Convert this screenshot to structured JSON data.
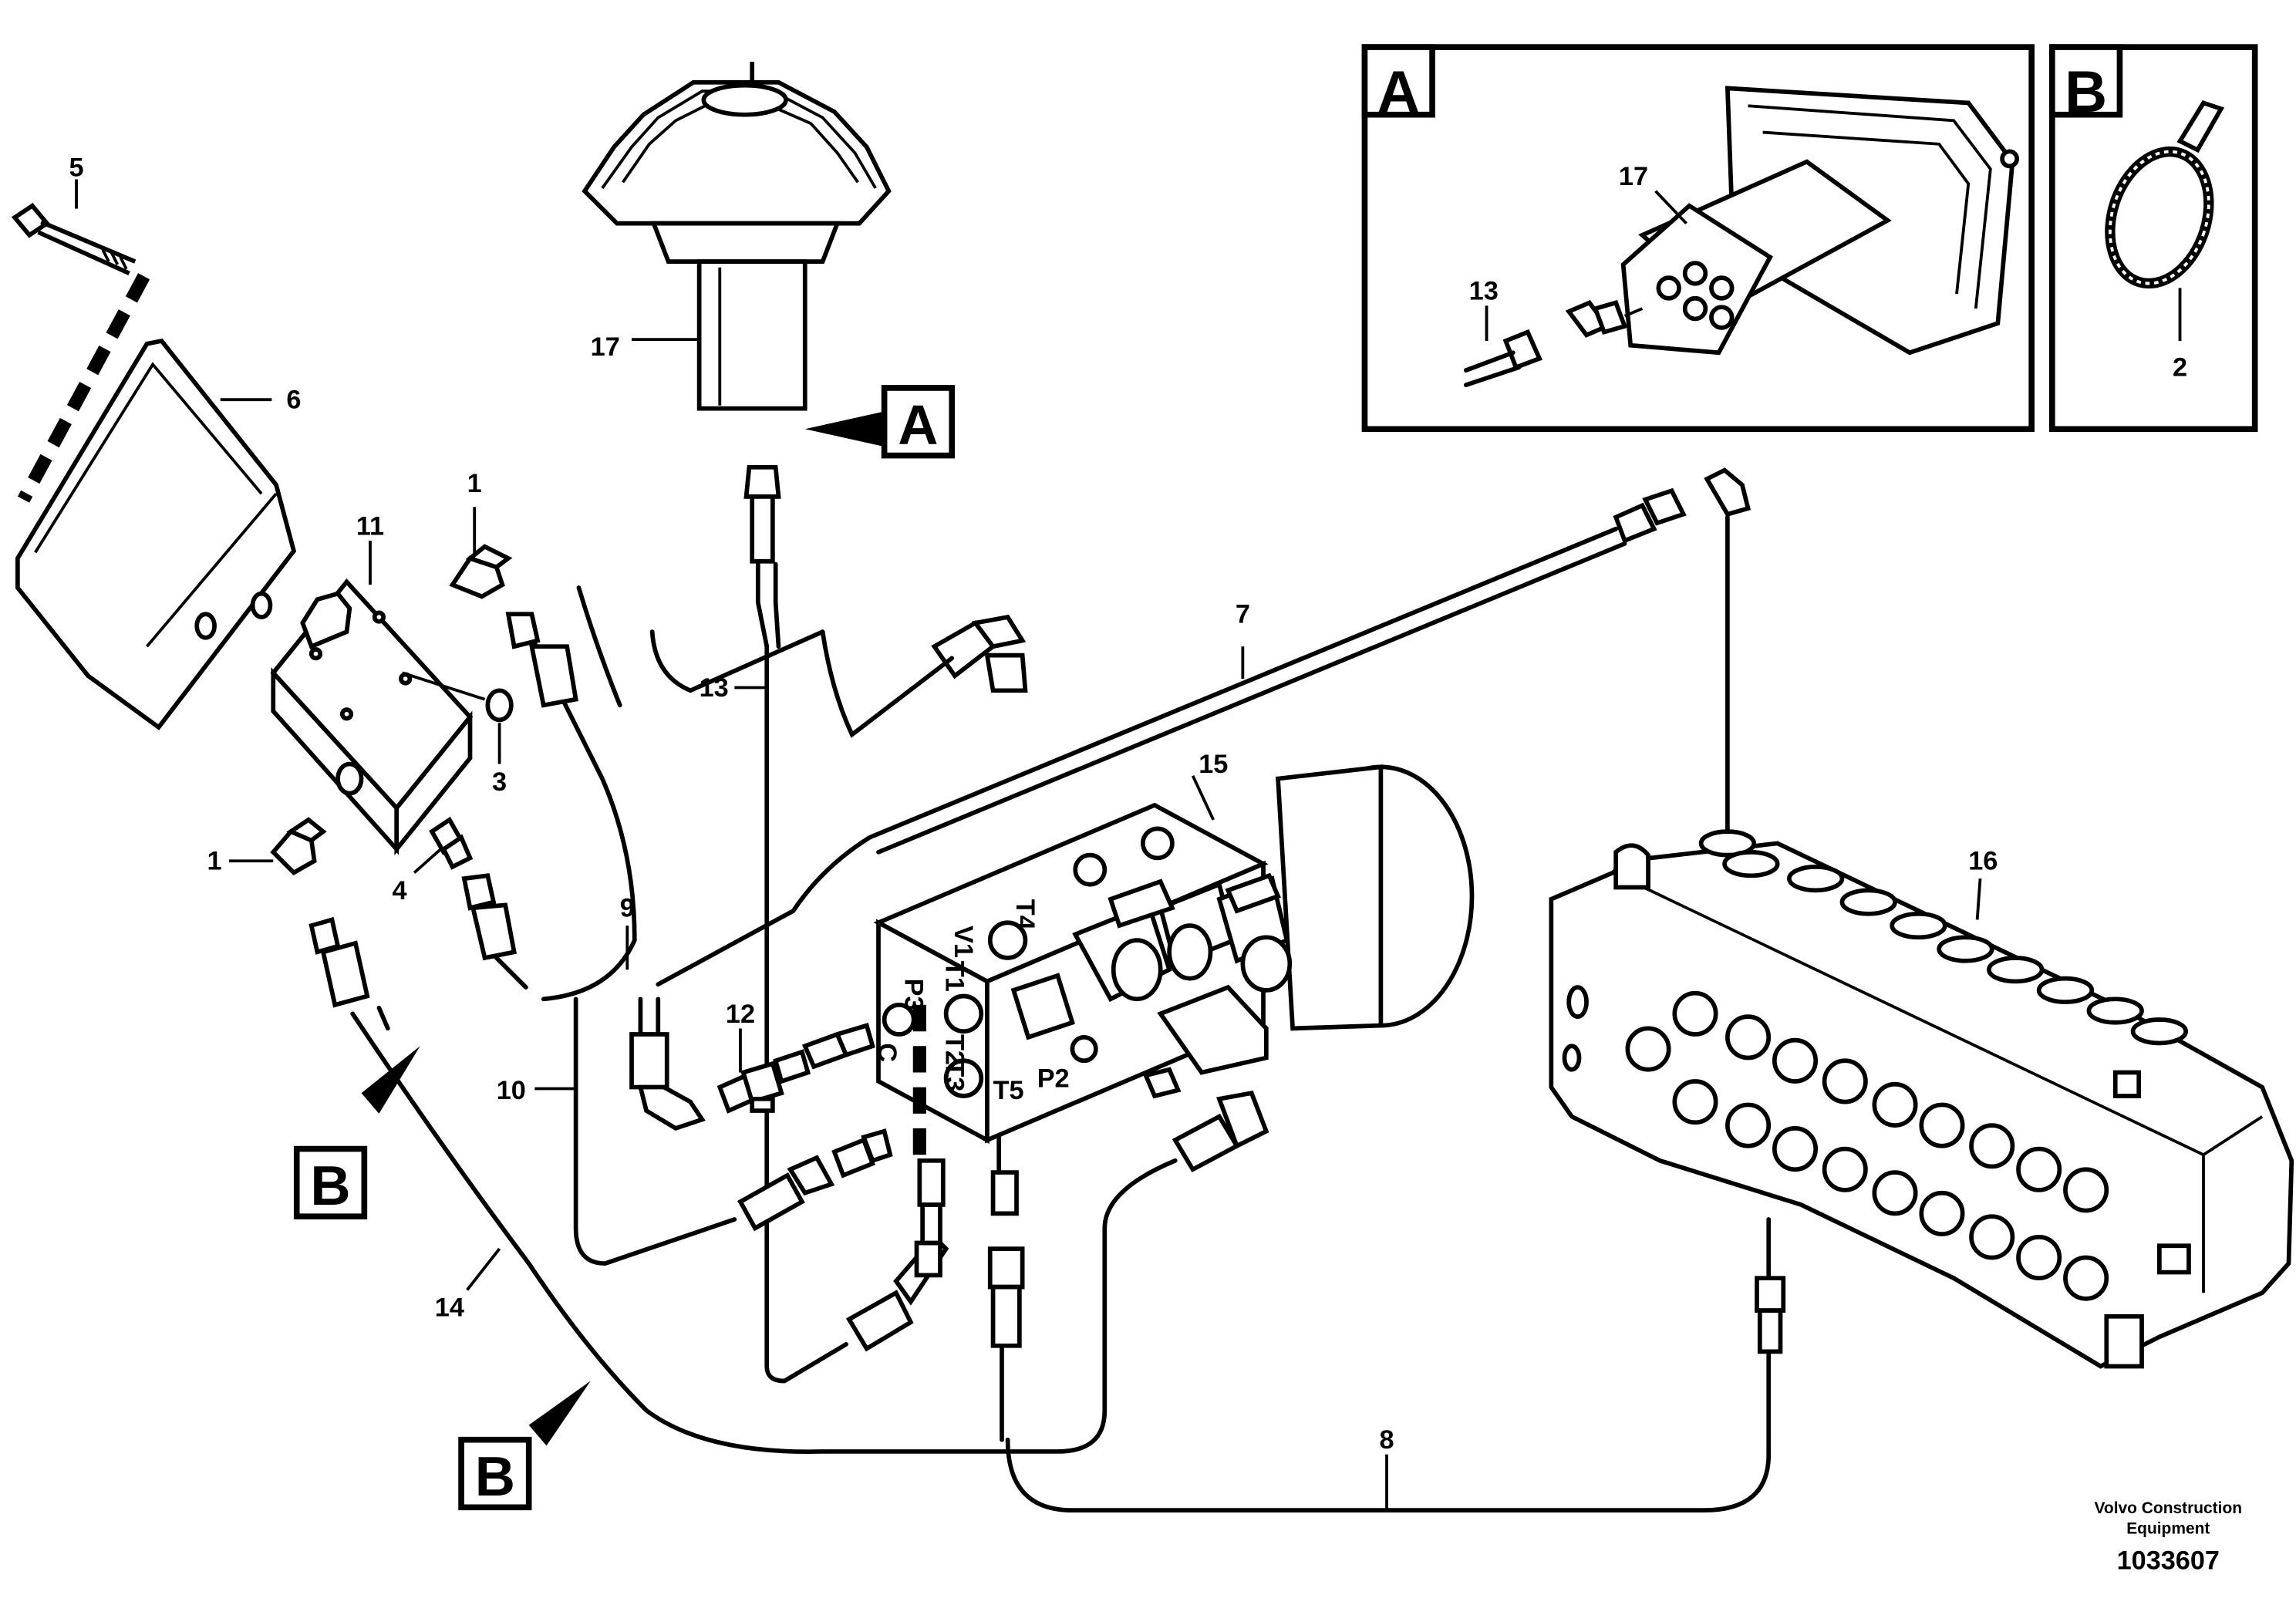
{
  "labels": {
    "p1_top": "1",
    "p1_bottom": "1",
    "p2": "2",
    "p3": "3",
    "p4": "4",
    "p5": "5",
    "p6": "6",
    "p7": "7",
    "p8": "8",
    "p9": "9",
    "p10": "10",
    "p11": "11",
    "p12": "12",
    "p13_main": "13",
    "p13_detail": "13",
    "p14": "14",
    "p15": "15",
    "p16": "16",
    "p17_main": "17",
    "p17_detail": "17"
  },
  "detail_views": {
    "a_letter": "A",
    "b_letter": "B"
  },
  "callouts": {
    "a_marker": "A",
    "b_marker_upper": "B",
    "b_marker_lower": "B"
  },
  "valve_ports": {
    "p3": "P3",
    "t1": "T1",
    "t2": "T2",
    "t3": "T3",
    "t4": "T4",
    "t5": "T5",
    "p2": "P2",
    "c": "C",
    "v1": "V1"
  },
  "footer": {
    "brand_line1": "Volvo Construction",
    "brand_line2": "Equipment",
    "part_number": "1033607"
  }
}
